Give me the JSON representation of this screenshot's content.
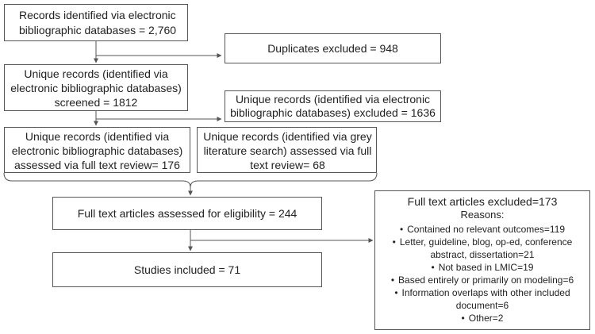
{
  "boxes": {
    "records_identified": "Records identified via electronic bibliographic databases = 2,760",
    "duplicates_excluded": "Duplicates excluded = 948",
    "unique_screened": "Unique records (identified via electronic bibliographic databases) screened = 1812",
    "unique_excluded": "Unique records (identified via electronic bibliographic databases) excluded = 1636",
    "assessed_full_text_db": "Unique records (identified via electronic bibliographic databases) assessed via full text review= 176",
    "assessed_full_text_grey": "Unique records (identified via grey literature search) assessed via full text review= 68",
    "assessed_eligibility": "Full text articles assessed for eligibility = 244",
    "studies_included": "Studies included = 71"
  },
  "excluded_panel": {
    "title": "Full text articles excluded=173",
    "reasons_label": "Reasons:",
    "reasons": [
      "Contained no relevant outcomes=119",
      "Letter, guideline, blog, op-ed, conference abstract, dissertation=21",
      "Not based in LMIC=19",
      "Based entirely or primarily on modeling=6",
      "Information overlaps with other included document=6",
      "Other=2"
    ]
  },
  "colors": {
    "line": "#555555",
    "text": "#222222"
  }
}
